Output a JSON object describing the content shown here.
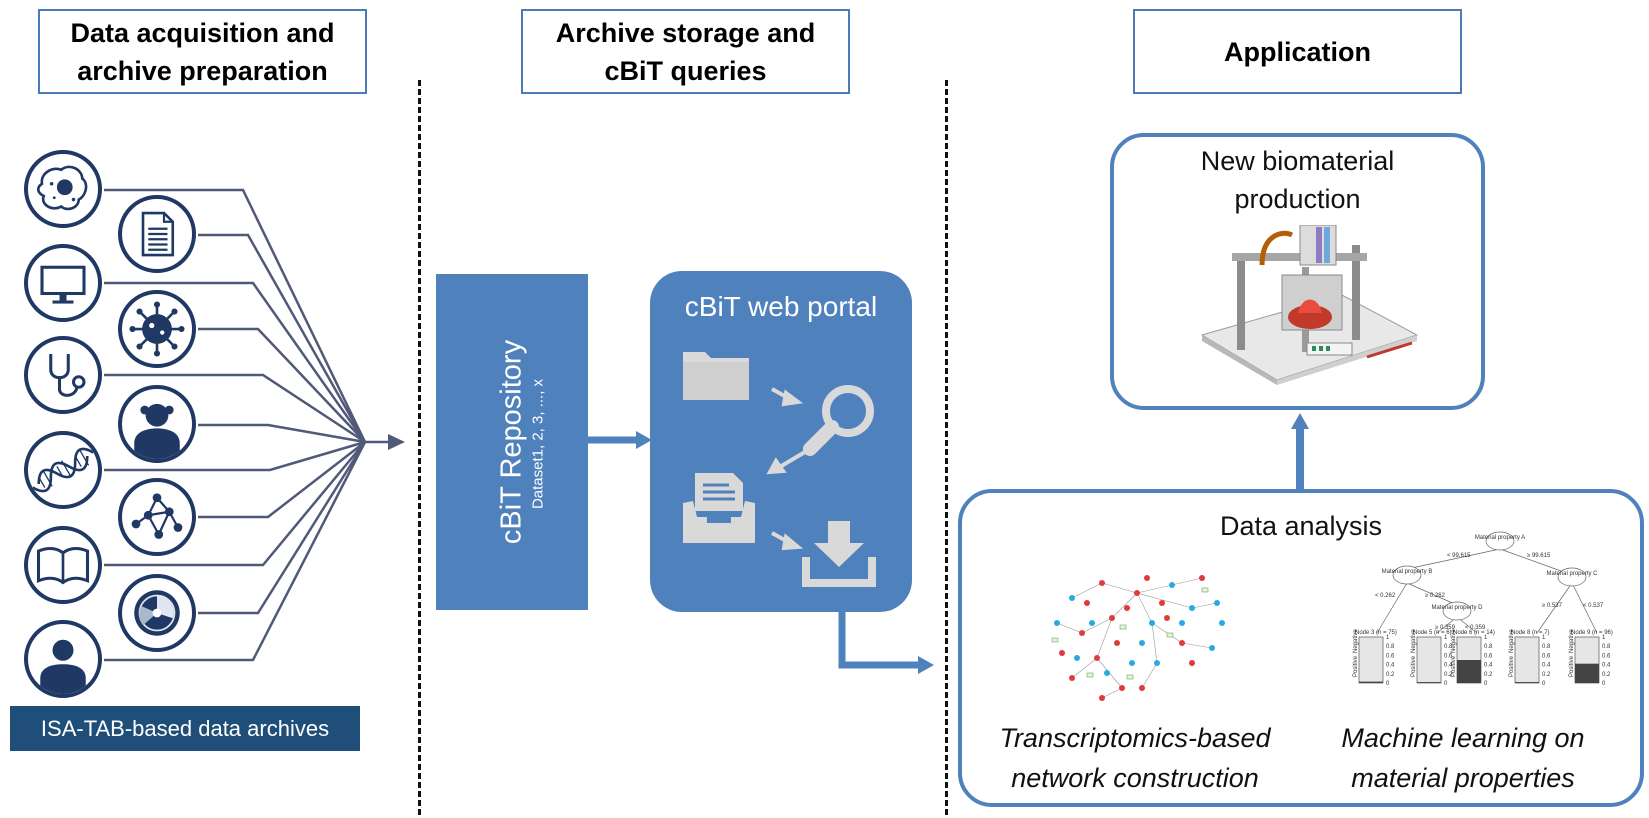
{
  "headers": {
    "col1": "Data acquisition and\narchive preparation",
    "col2": "Archive storage and\ncBiT queries",
    "col3": "Application"
  },
  "sources": {
    "label": "ISA-TAB-based data archives",
    "icons": [
      "cell-icon",
      "document-icon",
      "monitor-icon",
      "virus-icon",
      "stethoscope-icon",
      "patient-icon",
      "dna-icon",
      "network-icon",
      "book-icon",
      "scan-icon",
      "person-icon"
    ]
  },
  "repository": {
    "title": "cBiT Repository",
    "subtitle": "Dataset1, 2, 3, ..., x"
  },
  "portal": {
    "title": "cBiT web portal",
    "icons": [
      "folder-icon",
      "magnifier-icon",
      "inbox-document-icon",
      "download-icon"
    ]
  },
  "application": {
    "production_title": "New biomaterial\nproduction",
    "analysis_title": "Data analysis",
    "caption_left": "Transcriptomics-based\nnetwork construction",
    "caption_right": "Machine learning on\nmaterial properties"
  },
  "tree": {
    "root": "Material\nproperty A",
    "split_root_left": "< 99.615",
    "split_root_right": "≥ 99.615",
    "node2": "Material\nproperty B",
    "node7": "Material\nproperty C",
    "node4": "Material\nproperty D",
    "split2_left": "< 0.262",
    "split2_right": "≥ 0.262",
    "split7_left": "≥ 0.537",
    "split7_right": "< 0.537",
    "split4_left": "≥ 0.359",
    "split4_right": "< 0.359",
    "leaves": [
      "Node 3 (n = 75)",
      "Node 5 (n = 6)",
      "Node 6 (n = 14)",
      "Node 8 (n = 7)",
      "Node 9 (n = 96)"
    ],
    "leaf_fill": [
      0.03,
      0.02,
      0.5,
      0.02,
      0.42
    ],
    "y_ticks": [
      "1",
      "0.8",
      "0.6",
      "0.4",
      "0.2",
      "0"
    ],
    "side_labels": [
      "Positive",
      "Negative"
    ]
  },
  "colors": {
    "accent": "#4f81bd",
    "navy": "#1f3864",
    "isa_bg": "#1f4e79"
  }
}
